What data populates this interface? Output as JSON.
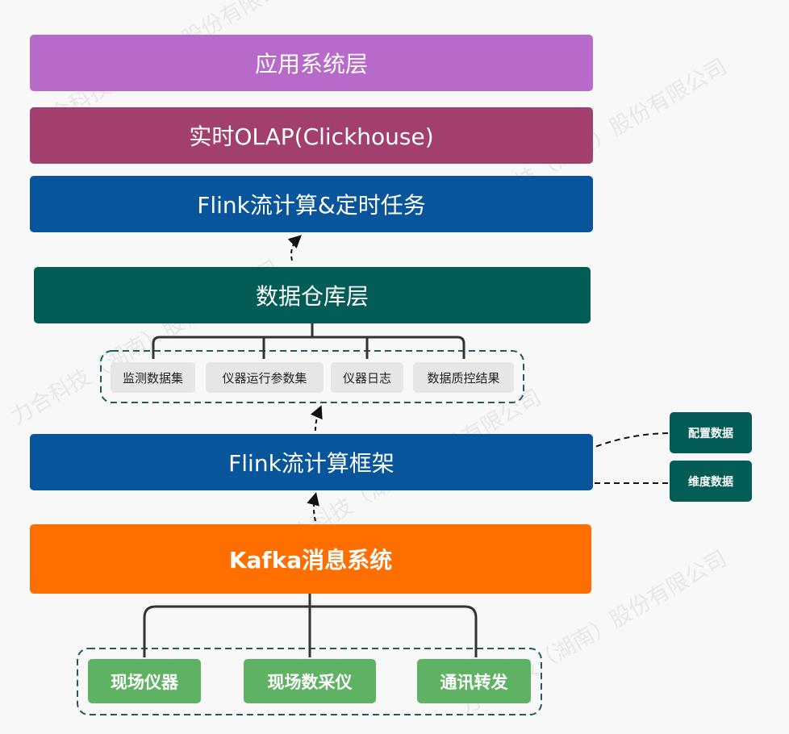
{
  "layers": {
    "app": "应用系统层",
    "olap": "实时OLAP(Clickhouse)",
    "flink_tasks": "Flink流计算&定时任务",
    "warehouse": "数据仓库层",
    "flink_framework": "Flink流计算框架",
    "kafka": "Kafka消息系统"
  },
  "datasets": [
    "监测数据集",
    "仪器运行参数集",
    "仪器日志",
    "数据质控结果"
  ],
  "side_inputs": [
    "配置数据",
    "维度数据"
  ],
  "sources": [
    "现场仪器",
    "现场数采仪",
    "通讯转发"
  ],
  "watermark": "力合科技（湖南）股份有限公司",
  "colors": {
    "app": "#b76ac9",
    "olap": "#a33f6f",
    "flink": "#08559c",
    "warehouse": "#035c56",
    "kafka": "#ff6f00",
    "source": "#5fb163",
    "side": "#035c56"
  }
}
